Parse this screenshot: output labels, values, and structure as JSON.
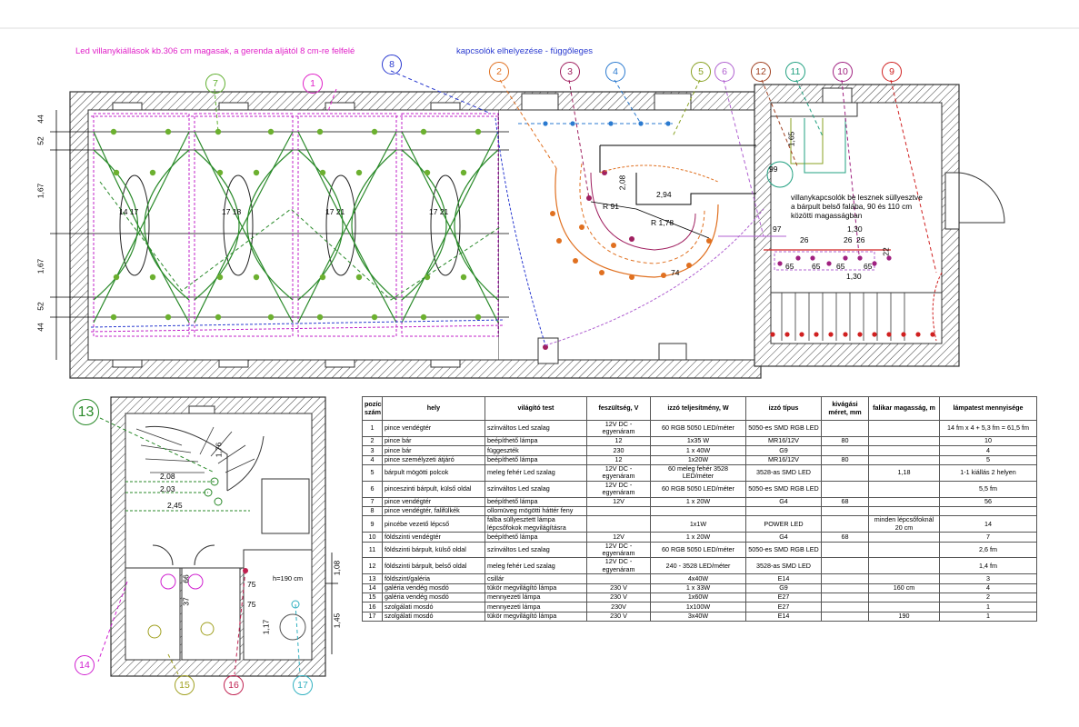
{
  "notes": {
    "led_height": "Led villanykiállások kb.306 cm magasak, a gerenda aljától 8 cm-re felfelé",
    "switch_placement": "kapcsolók elhelyezése - függőleges",
    "bar_switch_line1": "villanykapcsolók be lesznek süllyesztve",
    "bar_switch_line2": "a bárpult belső falába, 90 és 110 cm",
    "bar_switch_line3": "közötti magasságban"
  },
  "dims": {
    "d44a": "44",
    "d52a": "52",
    "d167a": "1,67",
    "d167b": "1,67",
    "d52b": "52",
    "d44b": "44",
    "d208": "2,08",
    "d294": "2,94",
    "d165": "1,65",
    "d97": "97",
    "d130a": "1,30",
    "d130b": "1,30",
    "d26a": "26",
    "d26b": "26",
    "d26c": "26",
    "d65a": "65",
    "d65b": "65",
    "d65c": "65",
    "d65d": "65",
    "d99": "99",
    "d22": "22",
    "r91": "R 91",
    "r178": "R 1,78",
    "d74": "74",
    "s208": "2,08",
    "s203": "2,03",
    "s245": "2,45",
    "s176": "1,76",
    "b108": "1,08",
    "b145": "1,45",
    "b66": "66",
    "b37": "37",
    "b75a": "75",
    "b75b": "75",
    "b117": "1,17",
    "h190": "h=190 cm",
    "q1417": "14 17",
    "q1718": "17 18",
    "q1721": "17 21"
  },
  "callouts": [
    {
      "n": "1",
      "color": "#e020c8"
    },
    {
      "n": "2",
      "color": "#e07020"
    },
    {
      "n": "3",
      "color": "#a02060"
    },
    {
      "n": "4",
      "color": "#2a7ad0"
    },
    {
      "n": "5",
      "color": "#88a020"
    },
    {
      "n": "6",
      "color": "#b060d0"
    },
    {
      "n": "7",
      "color": "#60b030"
    },
    {
      "n": "8",
      "color": "#2a3ad0"
    },
    {
      "n": "9",
      "color": "#d02020"
    },
    {
      "n": "10",
      "color": "#a02080"
    },
    {
      "n": "11",
      "color": "#20a080"
    },
    {
      "n": "12",
      "color": "#a04020"
    },
    {
      "n": "13",
      "color": "#2a8a2a"
    },
    {
      "n": "14",
      "color": "#d020d0"
    },
    {
      "n": "15",
      "color": "#a0a020"
    },
    {
      "n": "16",
      "color": "#c02050"
    },
    {
      "n": "17",
      "color": "#30b0c0"
    }
  ],
  "table": {
    "headers": [
      "pozíció szám",
      "hely",
      "világító test",
      "feszültség, V",
      "izzó teljesítmény, W",
      "izzó típus",
      "kivágási méret, mm",
      "falikar magasság, m",
      "lámpatest mennyisége"
    ],
    "rows": [
      [
        "1",
        "pince vendégtér",
        "színváltos Led szalag",
        "12V DC - egyenáram",
        "60 RGB 5050 LED/méter",
        "5050-es SMD RGB LED",
        "",
        "",
        "14 fm x 4 + 5,3 fm = 61,5 fm"
      ],
      [
        "2",
        "pince bár",
        "beépíthető lámpa",
        "12",
        "1x35 W",
        "MR16/12V",
        "80",
        "",
        "10"
      ],
      [
        "3",
        "pince bár",
        "függeszték",
        "230",
        "1 x 40W",
        "G9",
        "",
        "",
        "4"
      ],
      [
        "4",
        "pince személyzeti átjáró",
        "beépíthető lámpa",
        "12",
        "1x20W",
        "MR16/12V",
        "80",
        "",
        "5"
      ],
      [
        "5",
        "bárpult mögötti polcok",
        "meleg fehér Led szalag",
        "12V DC - egyenáram",
        "60 meleg fehér 3528 LED/méter",
        "3528-as SMD LED",
        "",
        "1,18",
        "1-1 kiállás 2 helyen"
      ],
      [
        "6",
        "pinceszinti bárpult, külső oldal",
        "színváltos Led szalag",
        "12V DC - egyenáram",
        "60 RGB 5050 LED/méter",
        "5050-es SMD RGB LED",
        "",
        "",
        "5,5 fm"
      ],
      [
        "7",
        "pince vendégtér",
        "beépíthető lámpa",
        "12V",
        "1 x 20W",
        "G4",
        "68",
        "",
        "56"
      ],
      [
        "8",
        "pince vendégtér, falifülkék",
        "ollomüveg mögötti háttér feny",
        "",
        "",
        "",
        "",
        "",
        ""
      ],
      [
        "9",
        "pincébe vezető lépcső",
        "falba süllyesztett lámpa lépcsőfokok megvilágításra",
        "",
        "1x1W",
        "POWER LED",
        "",
        "minden lépcsőfoknál 20 cm",
        "14"
      ],
      [
        "10",
        "földszinti vendégtér",
        "beépíthető lámpa",
        "12V",
        "1 x 20W",
        "G4",
        "68",
        "",
        "7"
      ],
      [
        "11",
        "földszinti bárpult, külső oldal",
        "színváltos Led szalag",
        "12V DC - egyenáram",
        "60 RGB 5050 LED/méter",
        "5050-es SMD RGB LED",
        "",
        "",
        "2,6 fm"
      ],
      [
        "12",
        "földszinti bárpult, belső oldal",
        "meleg fehér Led szalag",
        "12V DC - egyenáram",
        "240 - 3528 LED/méter",
        "3528-as SMD LED",
        "",
        "",
        "1,4 fm"
      ],
      [
        "13",
        "földszint/galéria",
        "csillár",
        "",
        "4x40W",
        "E14",
        "",
        "",
        "3"
      ],
      [
        "14",
        "galéria vendég mosdó",
        "tükör megvilágító lámpa",
        "230 V",
        "1 x 33W",
        "G9",
        "",
        "160 cm",
        "4"
      ],
      [
        "15",
        "galéria vendég mosdó",
        "mennyezeti lámpa",
        "230 V",
        "1x60W",
        "E27",
        "",
        "",
        "2"
      ],
      [
        "16",
        "szolgálati mosdó",
        "mennyezeti lámpa",
        "230V",
        "1x100W",
        "E27",
        "",
        "",
        "1"
      ],
      [
        "17",
        "szolgálati mosdó",
        "tükör megvilágító lámpa",
        "230 V",
        "3x40W",
        "E14",
        "",
        "190",
        "1"
      ]
    ]
  }
}
